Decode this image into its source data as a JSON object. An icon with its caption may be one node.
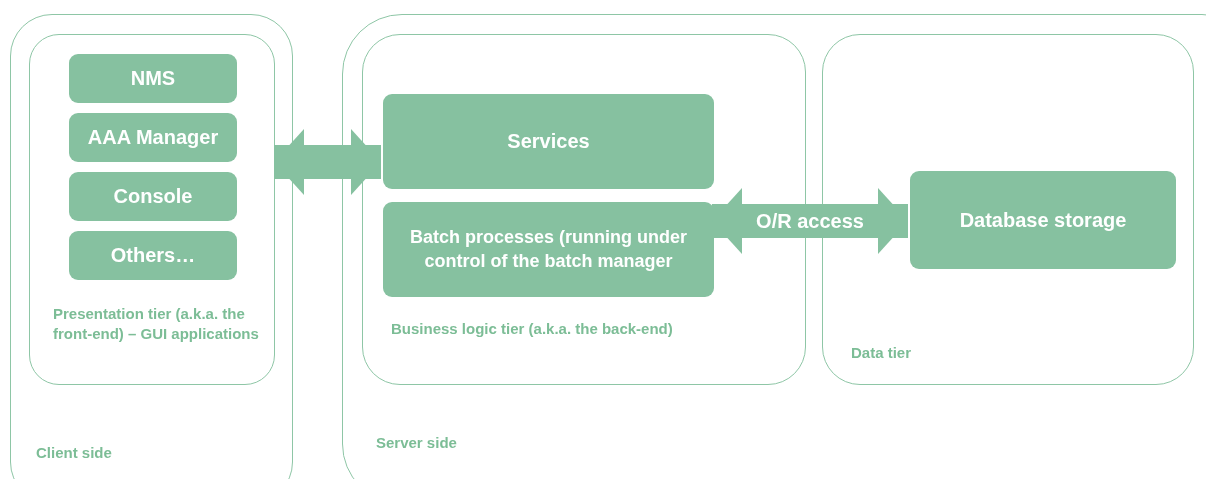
{
  "diagram": {
    "nodes": [
      {
        "text": [
          "Client side"
        ]
      },
      {
        "text": [
          "Presentation tier (a.k.a. the front-end) – GUI applications"
        ],
        "in": 0
      },
      {
        "text": [
          "NMS"
        ],
        "in": 1
      },
      {
        "text": [
          "AAA Manager"
        ],
        "in": 1
      },
      {
        "text": [
          "Console"
        ],
        "in": 1
      },
      {
        "text": [
          "Others…"
        ],
        "in": 1
      },
      {
        "text": [
          "Server side"
        ]
      },
      {
        "text": [
          "Business logic tier (a.k.a. the back-end)"
        ],
        "in": 6
      },
      {
        "text": [
          "Services"
        ],
        "in": 7
      },
      {
        "text": [
          "Batch processes (running under control of the batch manager"
        ],
        "in": 7
      },
      {
        "text": [
          "Data tier"
        ],
        "in": 6
      },
      {
        "text": [
          "Database storage"
        ],
        "in": 10
      }
    ],
    "edges": [
      {
        "from": 1,
        "to": 8,
        "arrow": "both"
      },
      {
        "from": 9,
        "to": 11,
        "arrow": "both",
        "label": "O/R access"
      }
    ]
  }
}
